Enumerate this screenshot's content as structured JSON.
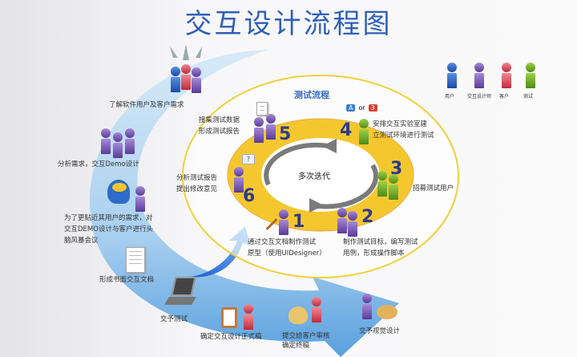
{
  "title": "交互设计流程图",
  "legend": [
    {
      "label": "用户",
      "color": "#1d47a8"
    },
    {
      "label": "交互设计师",
      "color": "#5a3a98"
    },
    {
      "label": "客户",
      "color": "#c02a3a"
    },
    {
      "label": "测试",
      "color": "#4c8a18"
    }
  ],
  "outer_flow": [
    {
      "label": "了解软件用户及客户需求"
    },
    {
      "label": "分析需求，交互Demo设计"
    },
    {
      "lines": [
        "为了更贴近其用户的需求，对",
        "交互DEMO设计与客户进行头",
        "脑风暴会议"
      ]
    },
    {
      "label": "形成书面交互文档"
    },
    {
      "label": "交予测试"
    },
    {
      "label": "确定交互设计正式稿"
    },
    {
      "lines": [
        "提交给客户审核",
        "确定终稿"
      ]
    },
    {
      "label": "交予视觉设计"
    }
  ],
  "test_flow": {
    "title": "测试流程",
    "center": "多次迭代",
    "option": {
      "a": "A",
      "or": "or",
      "b": "3"
    },
    "steps": [
      {
        "num": "1",
        "lines": [
          "通过交互文档制作测试",
          "原型（使用UIDesigner）"
        ]
      },
      {
        "num": "2",
        "lines": [
          "制作测试目标，编写测试",
          "用例，形成操作脚本"
        ]
      },
      {
        "num": "3",
        "lines": [
          "招募测试用户"
        ]
      },
      {
        "num": "4",
        "lines": [
          "安排交互实验室建",
          "立测试环境进行测试"
        ]
      },
      {
        "num": "5",
        "lines": [
          "搜集测试数据",
          "形成测试报告"
        ]
      },
      {
        "num": "6",
        "lines": [
          "分析测试报告",
          "提出修改意见"
        ]
      }
    ],
    "bubble": "?"
  }
}
